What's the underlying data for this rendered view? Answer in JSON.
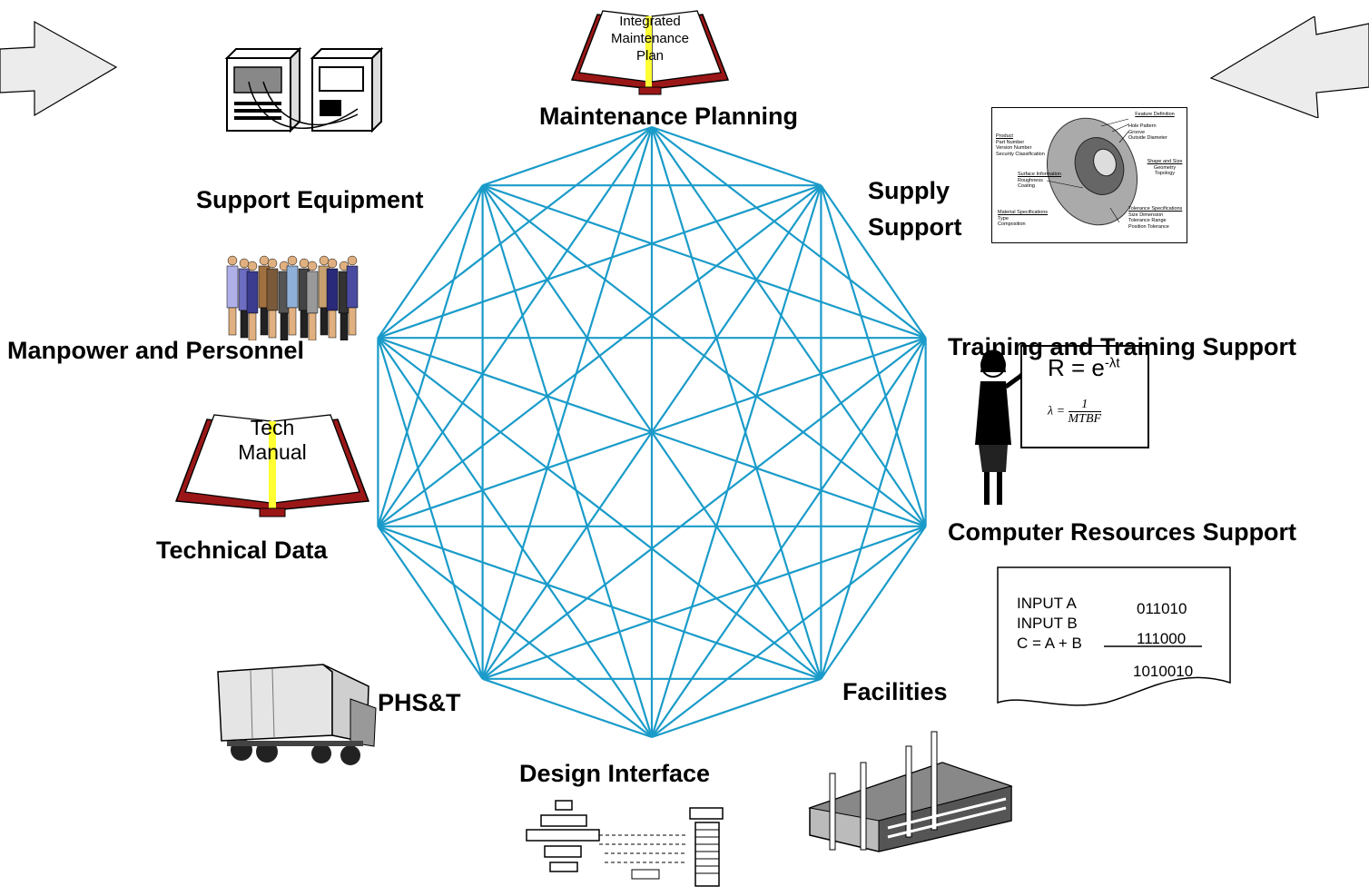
{
  "colors": {
    "web_line": "#1a9bc9",
    "book_cover": "#b31b1b",
    "bookmark": "#ffff33",
    "arrow_fill": "#ececec"
  },
  "nodes": [
    {
      "id": "maintenance-planning",
      "label": "Maintenance Planning"
    },
    {
      "id": "supply-support",
      "label_lines": [
        "Supply",
        "Support"
      ]
    },
    {
      "id": "training",
      "label": "Training and Training Support"
    },
    {
      "id": "computer-resources",
      "label": "Computer Resources Support"
    },
    {
      "id": "facilities",
      "label": "Facilities"
    },
    {
      "id": "design-interface",
      "label": "Design Interface"
    },
    {
      "id": "phst",
      "label": "PHS&T"
    },
    {
      "id": "technical-data",
      "label": "Technical Data"
    },
    {
      "id": "manpower",
      "label": "Manpower and Personnel"
    },
    {
      "id": "support-equipment",
      "label": "Support Equipment"
    }
  ],
  "icons": {
    "maintenance_book": {
      "name": "book-icon",
      "lines": [
        "Integrated",
        "Maintenance",
        "Plan"
      ]
    },
    "tech_book": {
      "name": "book-icon",
      "lines": [
        "Tech",
        "Manual"
      ]
    },
    "computer": {
      "name": "computer-equipment-icon"
    },
    "people": {
      "name": "people-group-icon"
    },
    "truck": {
      "name": "truck-icon"
    },
    "building": {
      "name": "building-icon"
    },
    "flowchart": {
      "name": "flowchart-icon"
    },
    "teacher": {
      "name": "teacher-icon"
    },
    "part_drawing": {
      "name": "part-drawing-icon"
    },
    "left_arrow": {
      "name": "arrow-right-icon"
    },
    "right_arrow": {
      "name": "arrow-left-icon"
    }
  },
  "training_formula": {
    "main": "R = e",
    "exponent": "-λt",
    "lambda_lhs": "λ =",
    "numerator": "1",
    "denominator": "MTBF"
  },
  "computation": {
    "rows": [
      {
        "label": "INPUT A",
        "value": "011010"
      },
      {
        "label": "INPUT B",
        "value": "111000"
      },
      {
        "label": "C = A + B",
        "value": ""
      }
    ],
    "result": "1010010"
  },
  "part_drawing": {
    "feature_definition": "Feature Definition",
    "hole_pattern": "Hole Pattern",
    "groove": "Groove",
    "outside_diameter": "Outside Diameter",
    "product": "Product",
    "part_number": "Part Number",
    "version_number": "Version Number",
    "security_classification": "Security Classification",
    "shape_and_size": "Shape and Size",
    "geometry": "Geometry",
    "topology": "Topology",
    "surface_information": "Surface Information",
    "roughness": "Roughness",
    "coating": "Coating",
    "tolerance_specifications": "Tolerance Specifications",
    "size_dimension": "Size Dimension",
    "tolerance_range": "Tolerance Range",
    "position_tolerance": "Position Tolerance",
    "material_specifications": "Material Specifications",
    "type": "Type",
    "composition": "Composition"
  }
}
